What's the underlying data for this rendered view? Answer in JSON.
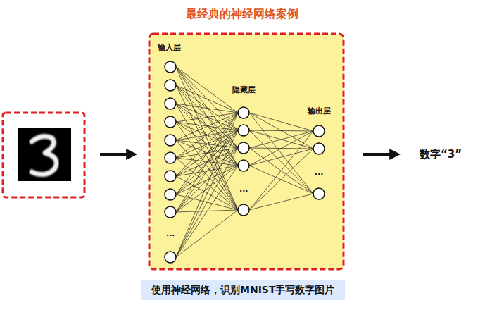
{
  "diagram": {
    "title": "最经典的神经网络案例",
    "caption": "使用神经网络，识别MNIST手写数字图片",
    "labels": [
      "输入层",
      "隐藏层",
      "输出层",
      "...",
      "...",
      "...",
      "数字“3”"
    ]
  }
}
